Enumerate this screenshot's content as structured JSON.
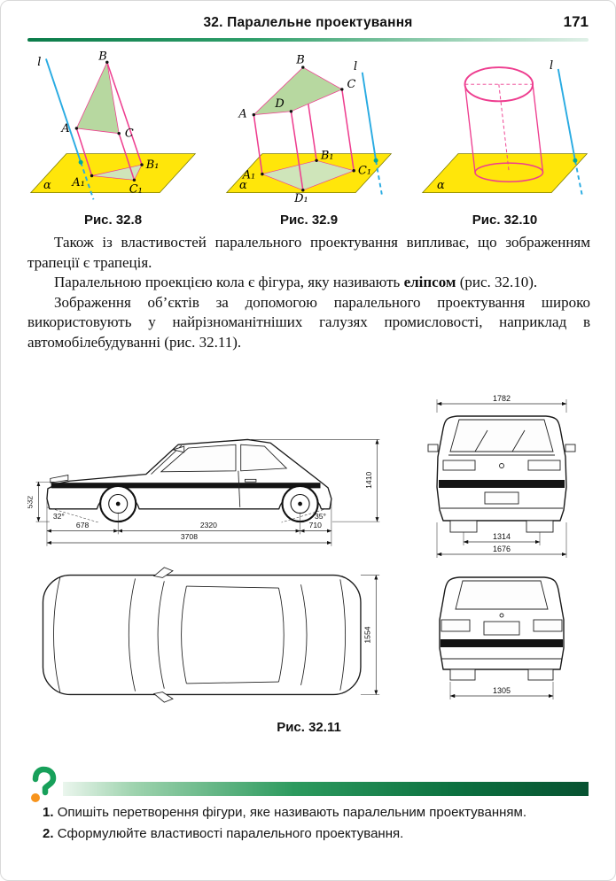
{
  "header": {
    "title": "32. Паралельне проектування",
    "page_number": "171"
  },
  "fig8": {
    "caption": "Рис. 32.8",
    "label_l": "l",
    "label_alpha": "α",
    "A": "A",
    "B": "B",
    "C": "C",
    "A1": "A₁",
    "B1": "B₁",
    "C1": "C₁"
  },
  "fig9": {
    "caption": "Рис. 32.9",
    "label_l": "l",
    "label_alpha": "α",
    "A": "A",
    "B": "B",
    "C": "C",
    "D": "D",
    "A1": "A₁",
    "B1": "B₁",
    "C1": "C₁",
    "D1": "D₁"
  },
  "fig10": {
    "caption": "Рис. 32.10",
    "label_l": "l",
    "label_alpha": "α"
  },
  "paragraphs": {
    "p1": "Також із властивостей паралельного проектування випливає, що зображенням трапеції є трапеція.",
    "p2_pre": "Паралельною проекцією кола є фігура, яку називають ",
    "p2_bold": "еліпсом",
    "p2_post": " (рис. 32.10).",
    "p3": "Зображення об’єктів за допомогою паралельного проектування широко використовують у найрізноманітніших галузях промисловості, наприклад в автомобілебудуванні (рис. 32.11)."
  },
  "fig11": {
    "caption": "Рис. 32.11",
    "side": {
      "front_overhang": "678",
      "wheelbase": "2320",
      "rear_overhang": "710",
      "length": "3708",
      "bumper_height": "532",
      "height": "1410",
      "front_angle": "32°",
      "rear_angle": "35°"
    },
    "front": {
      "overall_width": "1782",
      "track": "1314",
      "body_width": "1676"
    },
    "top": {
      "width": "1554"
    },
    "rear": {
      "track": "1305"
    }
  },
  "questions": {
    "q1_num": "1.",
    "q1_text": "Опишіть перетворення фігури, яке називають паралельним проектуванням.",
    "q2_num": "2.",
    "q2_text": "Сформулюйте властивості паралельного проектування."
  },
  "colors": {
    "plane_yellow": "#ffe60a",
    "projection_pink": "#ee3d8f",
    "line_blue": "#29abe2",
    "dot_teal": "#00a99d",
    "shade_green": "#b7d8a0",
    "rule_green": "#0b7c4a",
    "icon_orange": "#f7941d"
  }
}
